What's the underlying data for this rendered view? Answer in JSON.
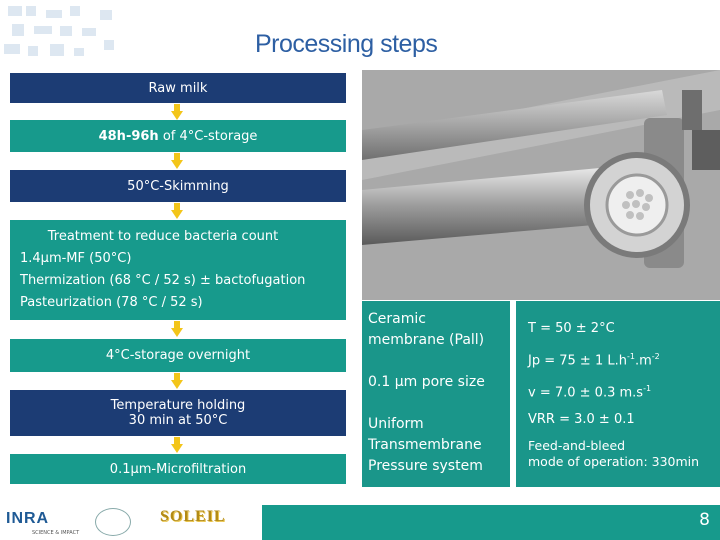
{
  "slide": {
    "title": "Processing steps",
    "page_number": "8"
  },
  "steps": {
    "s1": "Raw milk",
    "s2": {
      "bold": "48h-96h",
      "rest": " of 4°C-storage"
    },
    "s3": "50°C-Skimming",
    "s4": {
      "heading": "Treatment to reduce bacteria count",
      "line1": "1.4µm-MF (50°C)",
      "line2": "Thermization (68 °C / 52 s) ± bactofugation",
      "line3": "Pasteurization (78 °C / 52 s)"
    },
    "s5": "4°C-storage overnight",
    "s6": {
      "line1": "Temperature holding",
      "line2": "30 min at 50°C"
    },
    "s7": "0.1µm-Microfiltration"
  },
  "membrane": {
    "line1": "Ceramic",
    "line2": "membrane (Pall)",
    "pore": "0.1 µm pore size",
    "sys1": "Uniform",
    "sys2": "Transmembrane",
    "sys3": "Pressure system"
  },
  "conditions": {
    "temp": "T = 50 ± 2°C",
    "jp": "Jp = 75 ± 1 L.h",
    "jp_exp1": "-1",
    "jp_mid": ".m",
    "jp_exp2": "-2",
    "v": "v = 7.0 ± 0.3 m.s",
    "v_exp": "-1",
    "vrr": "VRR = 3.0 ± 0.1",
    "feed1": "Feed-and-bleed",
    "feed2": "mode of operation: 330min"
  },
  "logos": {
    "inra": "INRA",
    "inra_sub": "SCIENCE & IMPACT",
    "soleil": "SOLEIL"
  },
  "colors": {
    "navy": "#1c3c74",
    "teal": "#179a8c",
    "arrow": "#f3c51a",
    "title": "#2d5fa3"
  }
}
